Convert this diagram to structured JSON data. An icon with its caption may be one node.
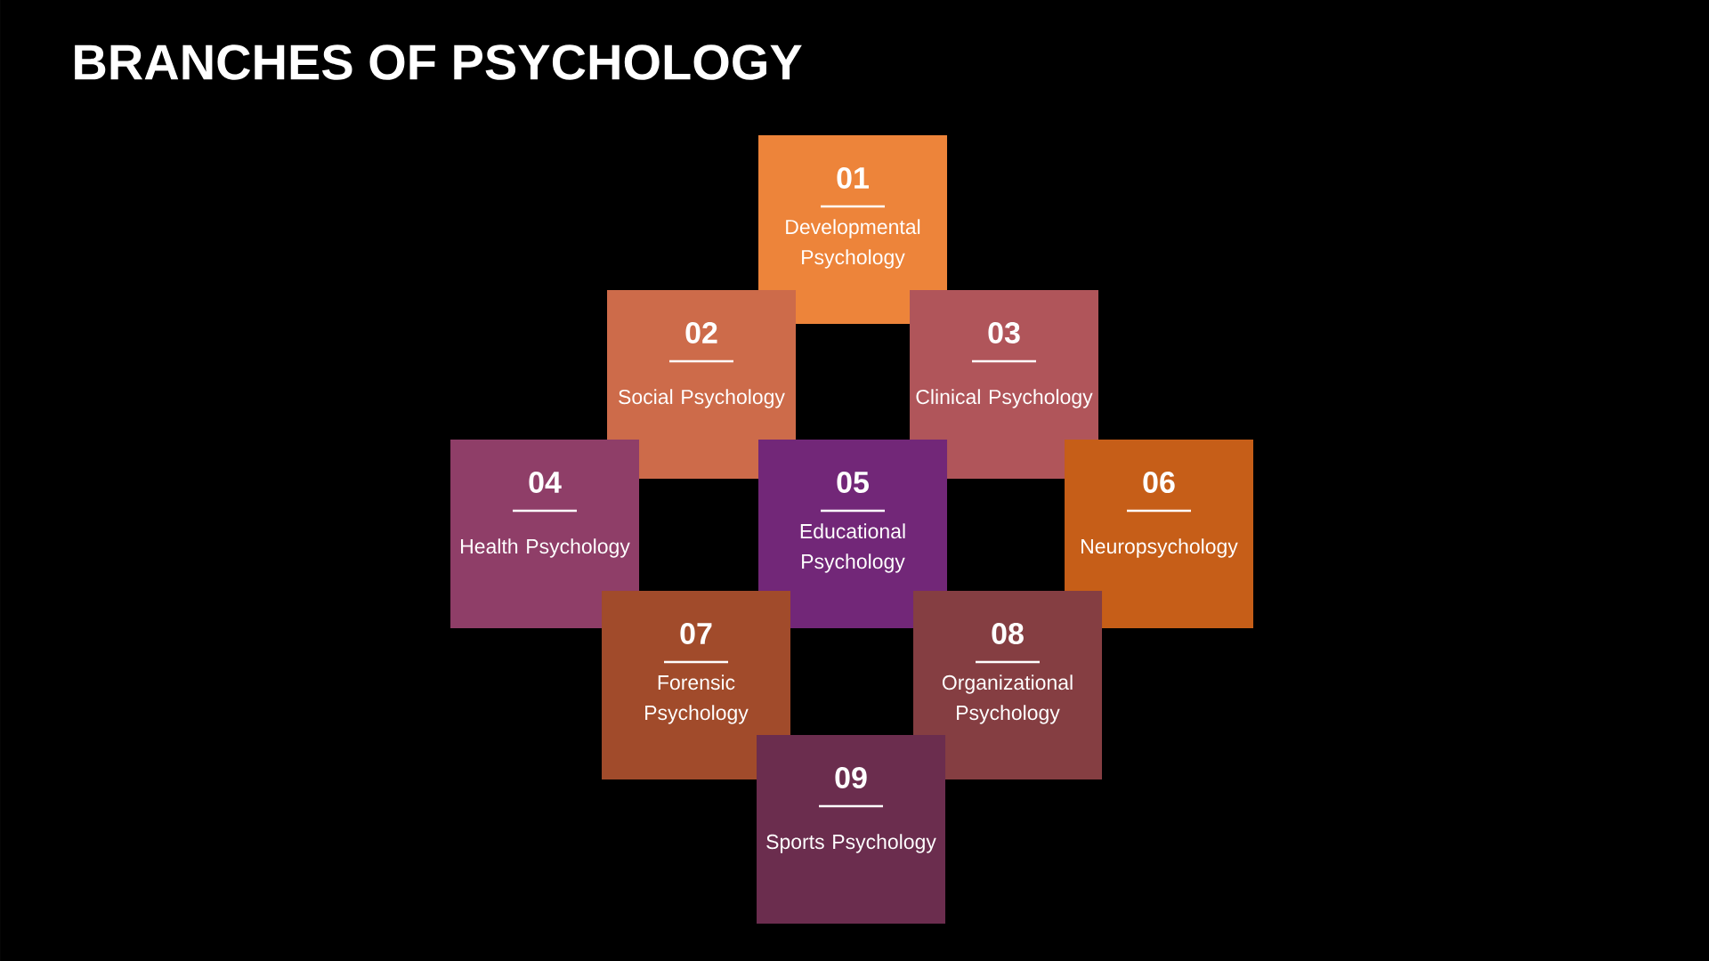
{
  "diagram": {
    "title": "BRANCHES OF PSYCHOLOGY",
    "nodes": [
      {
        "text": [
          "01",
          "Developmental Psychology"
        ]
      },
      {
        "text": [
          "02",
          "Social Psychology"
        ]
      },
      {
        "text": [
          "03",
          "Clinical Psychology"
        ]
      },
      {
        "text": [
          "04",
          "Health Psychology"
        ]
      },
      {
        "text": [
          "05",
          "Educational Psychology"
        ]
      },
      {
        "text": [
          "06",
          "Neuropsychology"
        ]
      },
      {
        "text": [
          "07",
          "Forensic Psychology"
        ]
      },
      {
        "text": [
          "08",
          "Organizational Psychology"
        ]
      },
      {
        "text": [
          "09",
          "Sports Psychology"
        ]
      }
    ]
  }
}
